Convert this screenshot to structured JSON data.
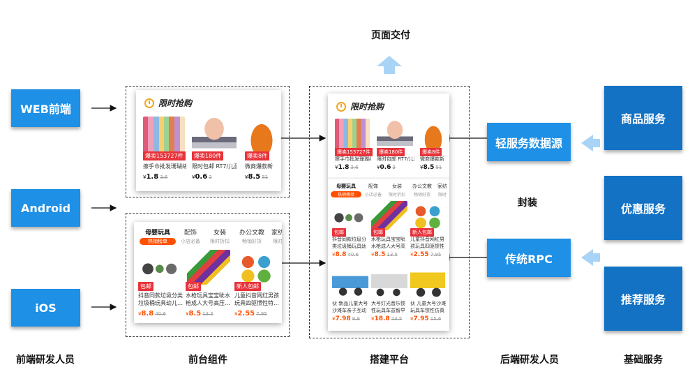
{
  "labels": {
    "delivery": "页面交付",
    "encapsulate": "封装"
  },
  "columns": {
    "frontend_devs": "前端研发人员",
    "frontend_components": "前台组件",
    "platform": "搭建平台",
    "backend_devs": "后端研发人员",
    "base_services": "基础服务"
  },
  "clients": [
    "WEB前端",
    "Android",
    "iOS"
  ],
  "backend": {
    "light_service": "轻服务数据源",
    "legacy_rpc": "传统RPC"
  },
  "services": [
    "商品服务",
    "优惠服务",
    "推荐服务"
  ],
  "flash_sale": {
    "title": "限时抢购",
    "items": [
      {
        "tag": "爆卖153727件",
        "title": "擦手巾批发珊瑚绒…",
        "price": "1.8",
        "old": "3.6"
      },
      {
        "tag": "爆卖180件",
        "title": "限时包邮 RT7/儿童…",
        "price": "0.6",
        "old": "2"
      },
      {
        "tag": "爆卖8件",
        "title": "微商爆款新",
        "price": "8.5",
        "old": "51"
      }
    ]
  },
  "category": {
    "tabs": [
      {
        "label": "母婴玩具",
        "sub": "热销榜单"
      },
      {
        "label": "配饰",
        "sub": "小店必备"
      },
      {
        "label": "女装",
        "sub": "限时折扣"
      },
      {
        "label": "办公文教",
        "sub": "畅销好货"
      },
      {
        "label": "家纺",
        "sub": "限时"
      }
    ],
    "items": [
      {
        "tag": "包邮",
        "title": "抖音同款垃圾分类垃圾桶玩具幼儿…",
        "price": "8.8",
        "old": "40.6"
      },
      {
        "tag": "包邮",
        "title": "水枪玩具宝宝呲水枪成人大号高压…",
        "price": "8.5",
        "old": "13.5"
      },
      {
        "tag": "新人包邮",
        "title": "儿童抖音网红男孩玩具四驱惯性特…",
        "price": "2.55",
        "old": "7.95"
      }
    ],
    "items_row2": [
      {
        "title": "伙 新品儿童大号沙滩车亲子互动便…",
        "price": "7.98",
        "old": "9.9"
      },
      {
        "title": "大号灯光音乐惯性玩具车益智早教…",
        "price": "18.8",
        "old": "23.5"
      },
      {
        "title": "伙 儿童大号沙滩玩具车惯性仿真工…",
        "price": "7.95",
        "old": "15.6"
      }
    ]
  },
  "colors": {
    "client_box": "#1e90e6",
    "service_box": "#1372c4",
    "arrow_light": "#a9d4f5",
    "price_red": "#ff5000",
    "tag_red": "#e8333b"
  }
}
